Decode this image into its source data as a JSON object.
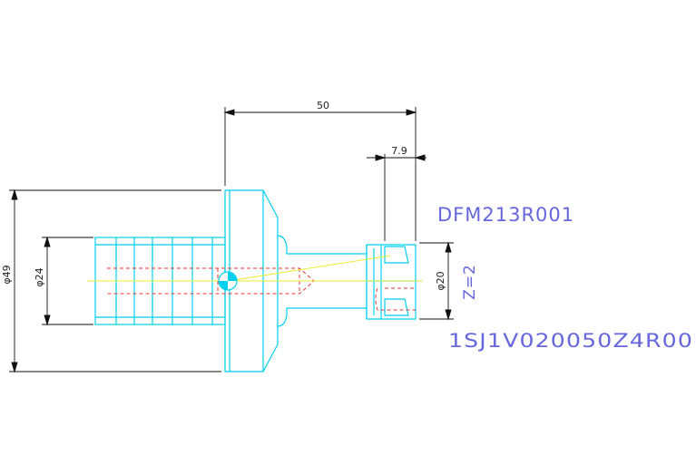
{
  "labels": {
    "part_code": "DFM213R001",
    "spec_code": "1SJ1V020050Z4R00",
    "teeth": "Z=2"
  },
  "dimensions": {
    "length": "50",
    "flute_offset": "7.9",
    "outer_diameter": "φ49",
    "shank_diameter": "φ24",
    "head_diameter": "φ20"
  },
  "colors": {
    "outline": "#00d0ee",
    "dimension": "#111111",
    "hidden": "#ee3333",
    "centerline": "#eeee33",
    "label": "#6666dd"
  }
}
